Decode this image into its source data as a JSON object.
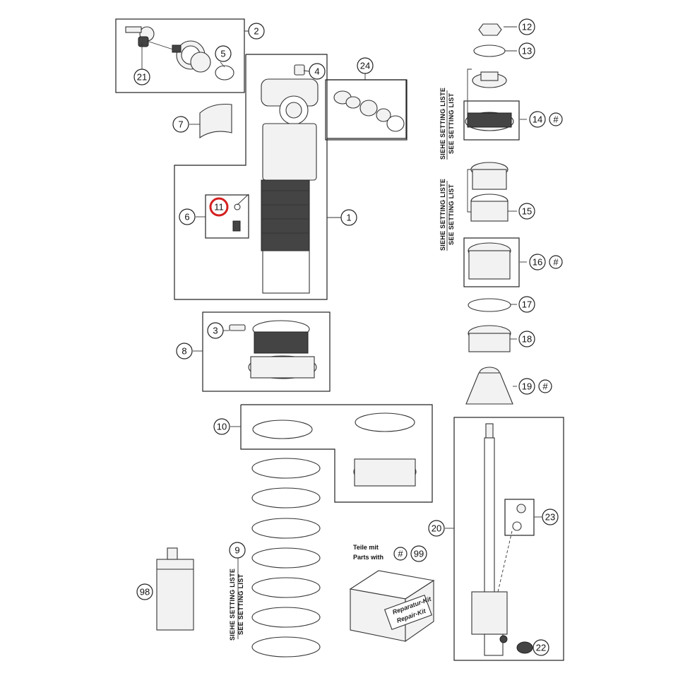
{
  "callouts": [
    {
      "id": "c1",
      "label": "1"
    },
    {
      "id": "c2",
      "label": "2"
    },
    {
      "id": "c3",
      "label": "3"
    },
    {
      "id": "c4",
      "label": "4"
    },
    {
      "id": "c5",
      "label": "5"
    },
    {
      "id": "c6",
      "label": "6"
    },
    {
      "id": "c7",
      "label": "7"
    },
    {
      "id": "c8",
      "label": "8"
    },
    {
      "id": "c9",
      "label": "9"
    },
    {
      "id": "c10",
      "label": "10"
    },
    {
      "id": "c11",
      "label": "11",
      "highlighted": true
    },
    {
      "id": "c12",
      "label": "12"
    },
    {
      "id": "c13",
      "label": "13"
    },
    {
      "id": "c14",
      "label": "14"
    },
    {
      "id": "c15",
      "label": "15"
    },
    {
      "id": "c16",
      "label": "16"
    },
    {
      "id": "c17",
      "label": "17"
    },
    {
      "id": "c18",
      "label": "18"
    },
    {
      "id": "c19",
      "label": "19"
    },
    {
      "id": "c20",
      "label": "20"
    },
    {
      "id": "c21",
      "label": "21"
    },
    {
      "id": "c22",
      "label": "22"
    },
    {
      "id": "c23",
      "label": "23"
    },
    {
      "id": "c24",
      "label": "24"
    },
    {
      "id": "c98",
      "label": "98"
    },
    {
      "id": "c99",
      "label": "99"
    }
  ],
  "hash_badges": [
    {
      "id": "h14",
      "label": "#"
    },
    {
      "id": "h16",
      "label": "#"
    },
    {
      "id": "h19",
      "label": "#"
    },
    {
      "id": "h99",
      "label": "#"
    }
  ],
  "notes": {
    "setting_list_de": "SIEHE SETTING LISTE",
    "setting_list_en": "SEE SETTING LIST",
    "parts_with_de": "Teile mit",
    "parts_with_en": "Parts with",
    "kit_de": "Reparatur-Kit",
    "kit_en": "Repair-Kit"
  },
  "colors": {
    "highlight": "#d42020",
    "line": "#222222",
    "part_fill": "#f2f2f2"
  }
}
